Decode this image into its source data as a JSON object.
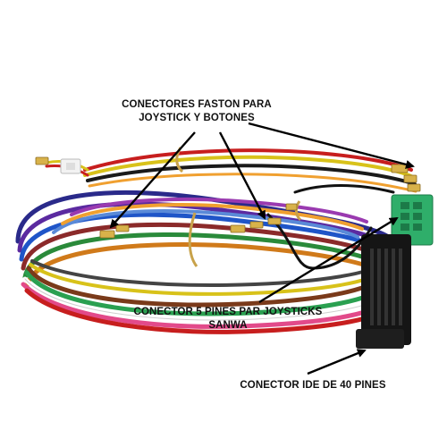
{
  "annotations": {
    "faston": {
      "line1": "CONECTORES FASTON PARA",
      "line2": "JOYSTICK Y BOTONES"
    },
    "sanwa": {
      "line1": "CONECTOR 5 PINES PAR JOYSTICKS",
      "line2": "SANWA"
    },
    "ide": {
      "line1": "CONECTOR IDE DE 40 PINES"
    }
  },
  "colors": {
    "background": "#ffffff",
    "text": "#111111",
    "arrow": "#000000",
    "connector_green": "#2fae6a",
    "connector_black": "#151515",
    "terminal_gold": "#d8b24a"
  }
}
